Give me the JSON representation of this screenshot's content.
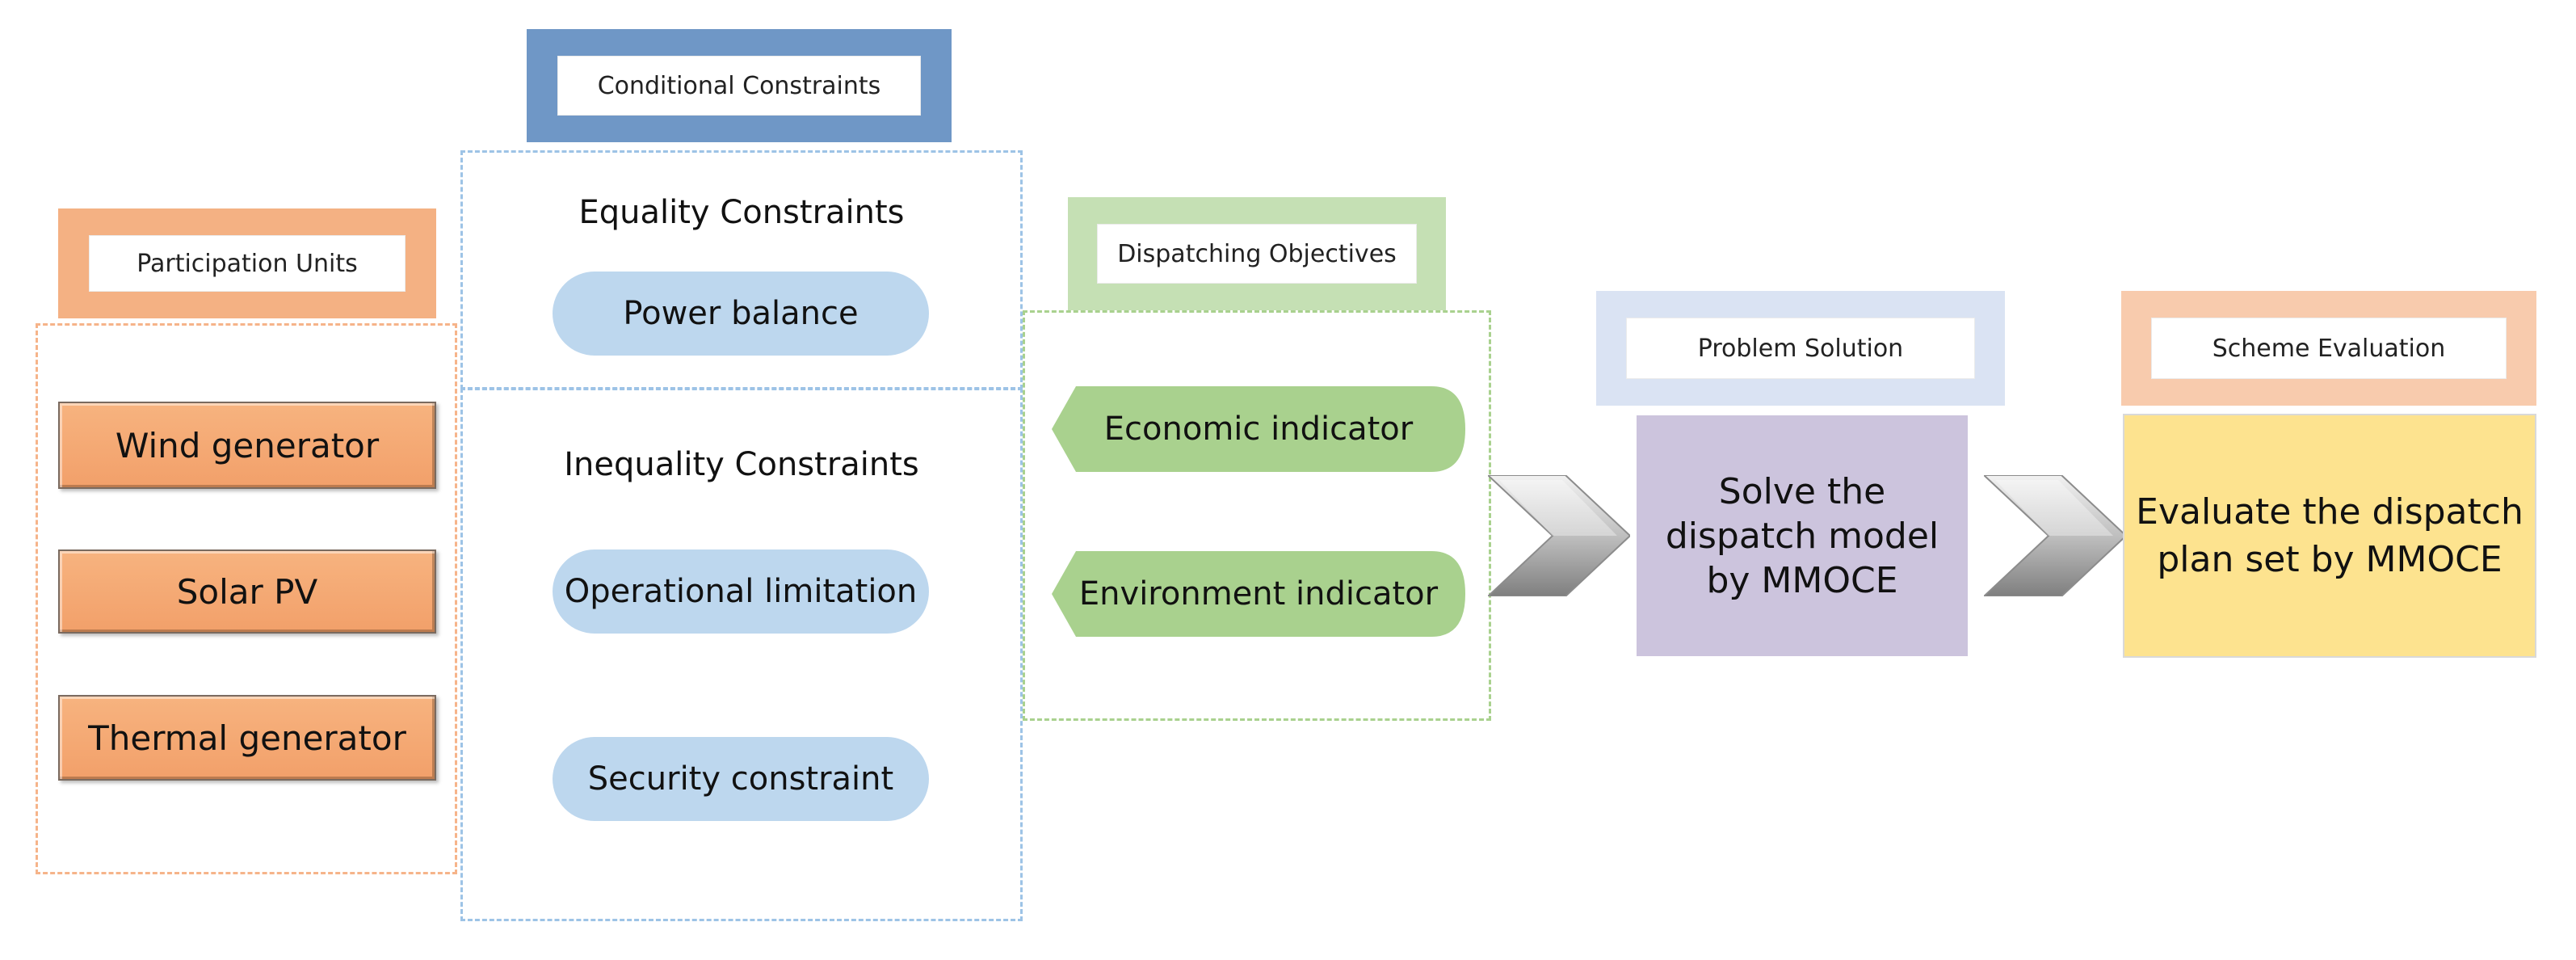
{
  "participation": {
    "title": "Participation Units",
    "items": [
      "Wind generator",
      "Solar PV",
      "Thermal generator"
    ]
  },
  "constraints": {
    "title": "Conditional Constraints",
    "equality_title": "Equality Constraints",
    "equality_items": [
      "Power balance"
    ],
    "inequality_title": "Inequality Constraints",
    "inequality_items": [
      "Operational limitation",
      "Security constraint"
    ]
  },
  "objectives": {
    "title": "Dispatching Objectives",
    "items": [
      "Economic indicator",
      "Environment indicator"
    ]
  },
  "solution": {
    "title": "Problem Solution",
    "text": "Solve the\ndispatch model\nby MMOCE"
  },
  "evaluation": {
    "title": "Scheme Evaluation",
    "text": "Evaluate the dispatch\nplan set by MMOCE"
  },
  "colors": {
    "orange": "#f4b183",
    "blue": "#6f97c6",
    "green": "#c5e0b4",
    "lavender": "#dae3f3",
    "peach": "#f8cbad",
    "indicator_green": "#a9d18e"
  }
}
